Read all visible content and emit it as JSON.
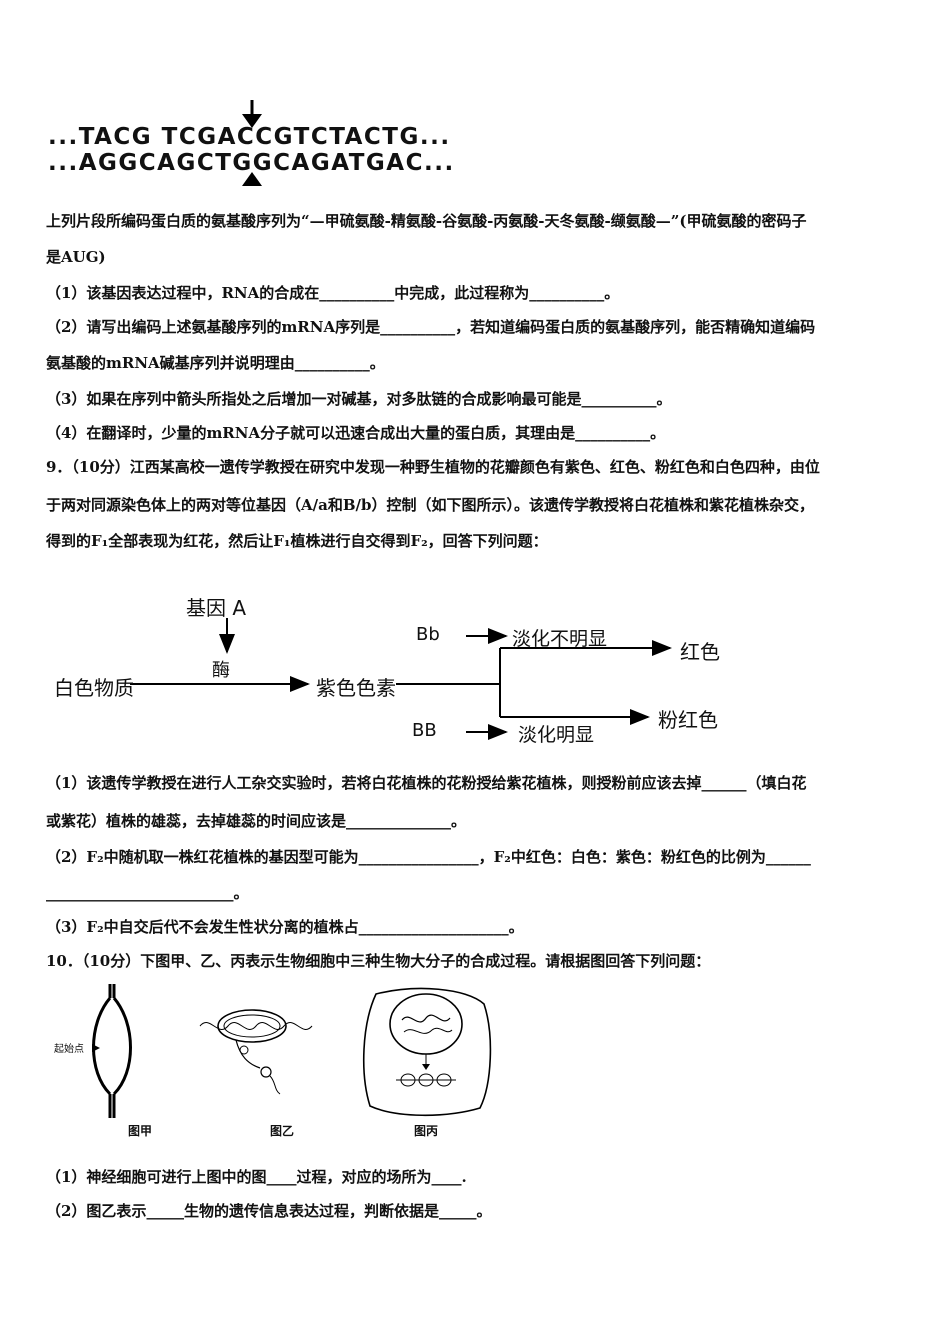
{
  "dna": {
    "strand1": "...TACG TCGACCGTCTACTG...",
    "strand2": "...AGGCAGCTGGCAGATGAC..."
  },
  "q8": {
    "intro1": "上列片段所编码蛋白质的氨基酸序列为“—甲硫氨酸-精氨酸-谷氨酸-丙氨酸-天冬氨酸-缬氨酸—”(甲硫氨酸的密码子",
    "intro2": "是AUG)",
    "p1": "（1）该基因表达过程中，RNA的合成在__________中完成，此过程称为__________。",
    "p2a": "（2）请写出编码上述氨基酸序列的mRNA序列是__________，若知道编码蛋白质的氨基酸序列，能否精确知道编码",
    "p2b": "氨基酸的mRNA碱基序列并说明理由__________。",
    "p3": "（3）如果在序列中箭头所指处之后增加一对碱基，对多肽链的合成影响最可能是__________。",
    "p4": "（4）在翻译时，少量的mRNA分子就可以迅速合成出大量的蛋白质，其理由是__________。"
  },
  "q9": {
    "l1": "9．（10分）江西某高校一遗传学教授在研究中发现一种野生植物的花瓣颜色有紫色、红色、粉红色和白色四种，由位",
    "l2": "于两对同源染色体上的两对等位基因（A/a和B/b）控制（如下图所示）。该遗传学教授将白花植株和紫花植株杂交，",
    "l3": "得到的F₁全部表现为红花，然后让F₁植株进行自交得到F₂，回答下列问题：",
    "p1a": "（1）该遗传学教授在进行人工杂交实验时，若将白花植株的花粉授给紫花植株，则授粉前应该去掉______（填白花",
    "p1b": "或紫花）植株的雄蕊，去掉雄蕊的时间应该是______________。",
    "p2a": "（2）F₂中随机取一株红花植株的基因型可能为________________，F₂中红色：白色：紫色：粉红色的比例为______",
    "p2b": "_________________________。",
    "p3": "（3）F₂中自交后代不会发生性状分离的植株占____________________。"
  },
  "diagram": {
    "gene_a": "基因 A",
    "enzyme": "酶",
    "white": "白色物质",
    "purple": "紫色色素",
    "bb_upper": "Bb",
    "bb_lower": "BB",
    "fade_weak": "淡化不明显",
    "fade_strong": "淡化明显",
    "red": "红色",
    "pink": "粉红色"
  },
  "q10": {
    "l1": "10．（10分）下图甲、乙、丙表示生物细胞中三种生物大分子的合成过程。请根据图回答下列问题：",
    "origin": "起始点",
    "cap_a": "图甲",
    "cap_b": "图乙",
    "cap_c": "图丙",
    "p1": "（1）神经细胞可进行上图中的图____过程，对应的场所为____.",
    "p2": "（2）图乙表示_____生物的遗传信息表达过程，判断依据是_____。"
  }
}
